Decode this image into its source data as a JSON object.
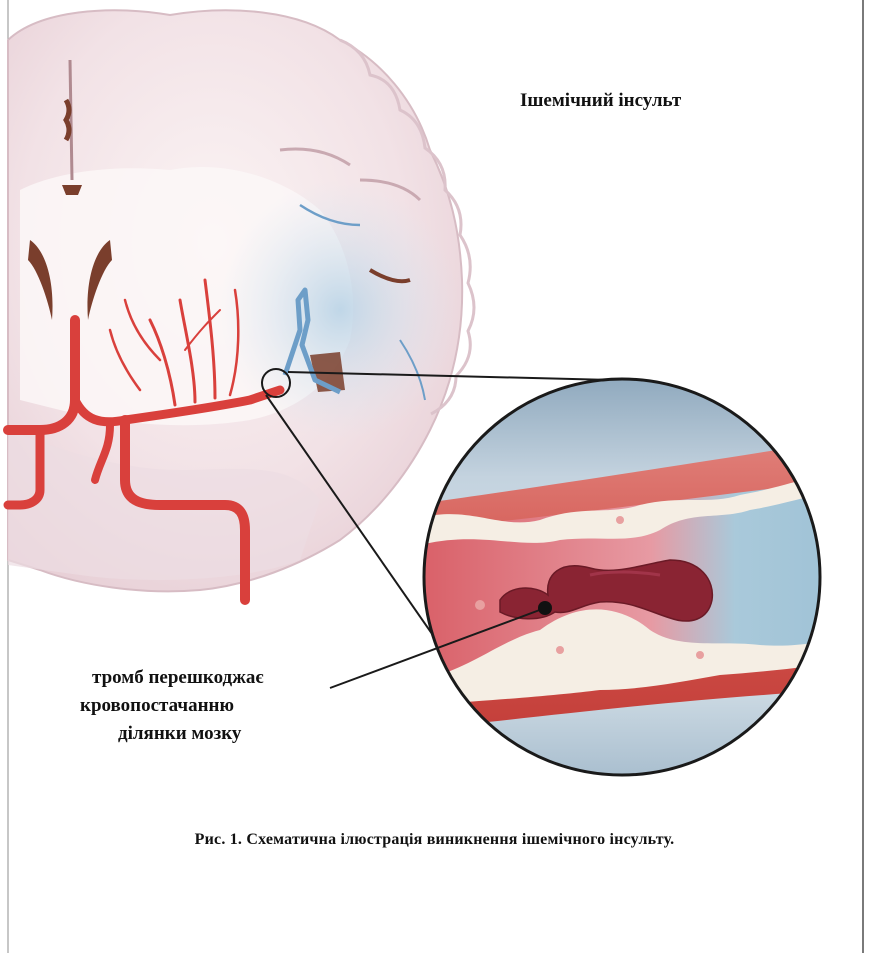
{
  "figure": {
    "title": "Ішемічний інсульт",
    "callout_label_lines": [
      "тромб перешкоджає",
      "кровопостачанню",
      "ділянки мозку"
    ],
    "caption": "Рис. 1. Схематична ілюстрація виникнення ішемічного інсульту."
  },
  "colors": {
    "brain_tissue": "#f3e6e9",
    "white_matter": "#fbf7f7",
    "artery": "#d9403c",
    "vein": "#6d9ec8",
    "ventricle": "#7a3e2c",
    "thrombus": "#8a2433",
    "magnifier_background": "#b9cad8",
    "vessel_wall": "#d9706a",
    "plaque": "#f5eee4",
    "blocked_segment": "#a8c8d8"
  }
}
